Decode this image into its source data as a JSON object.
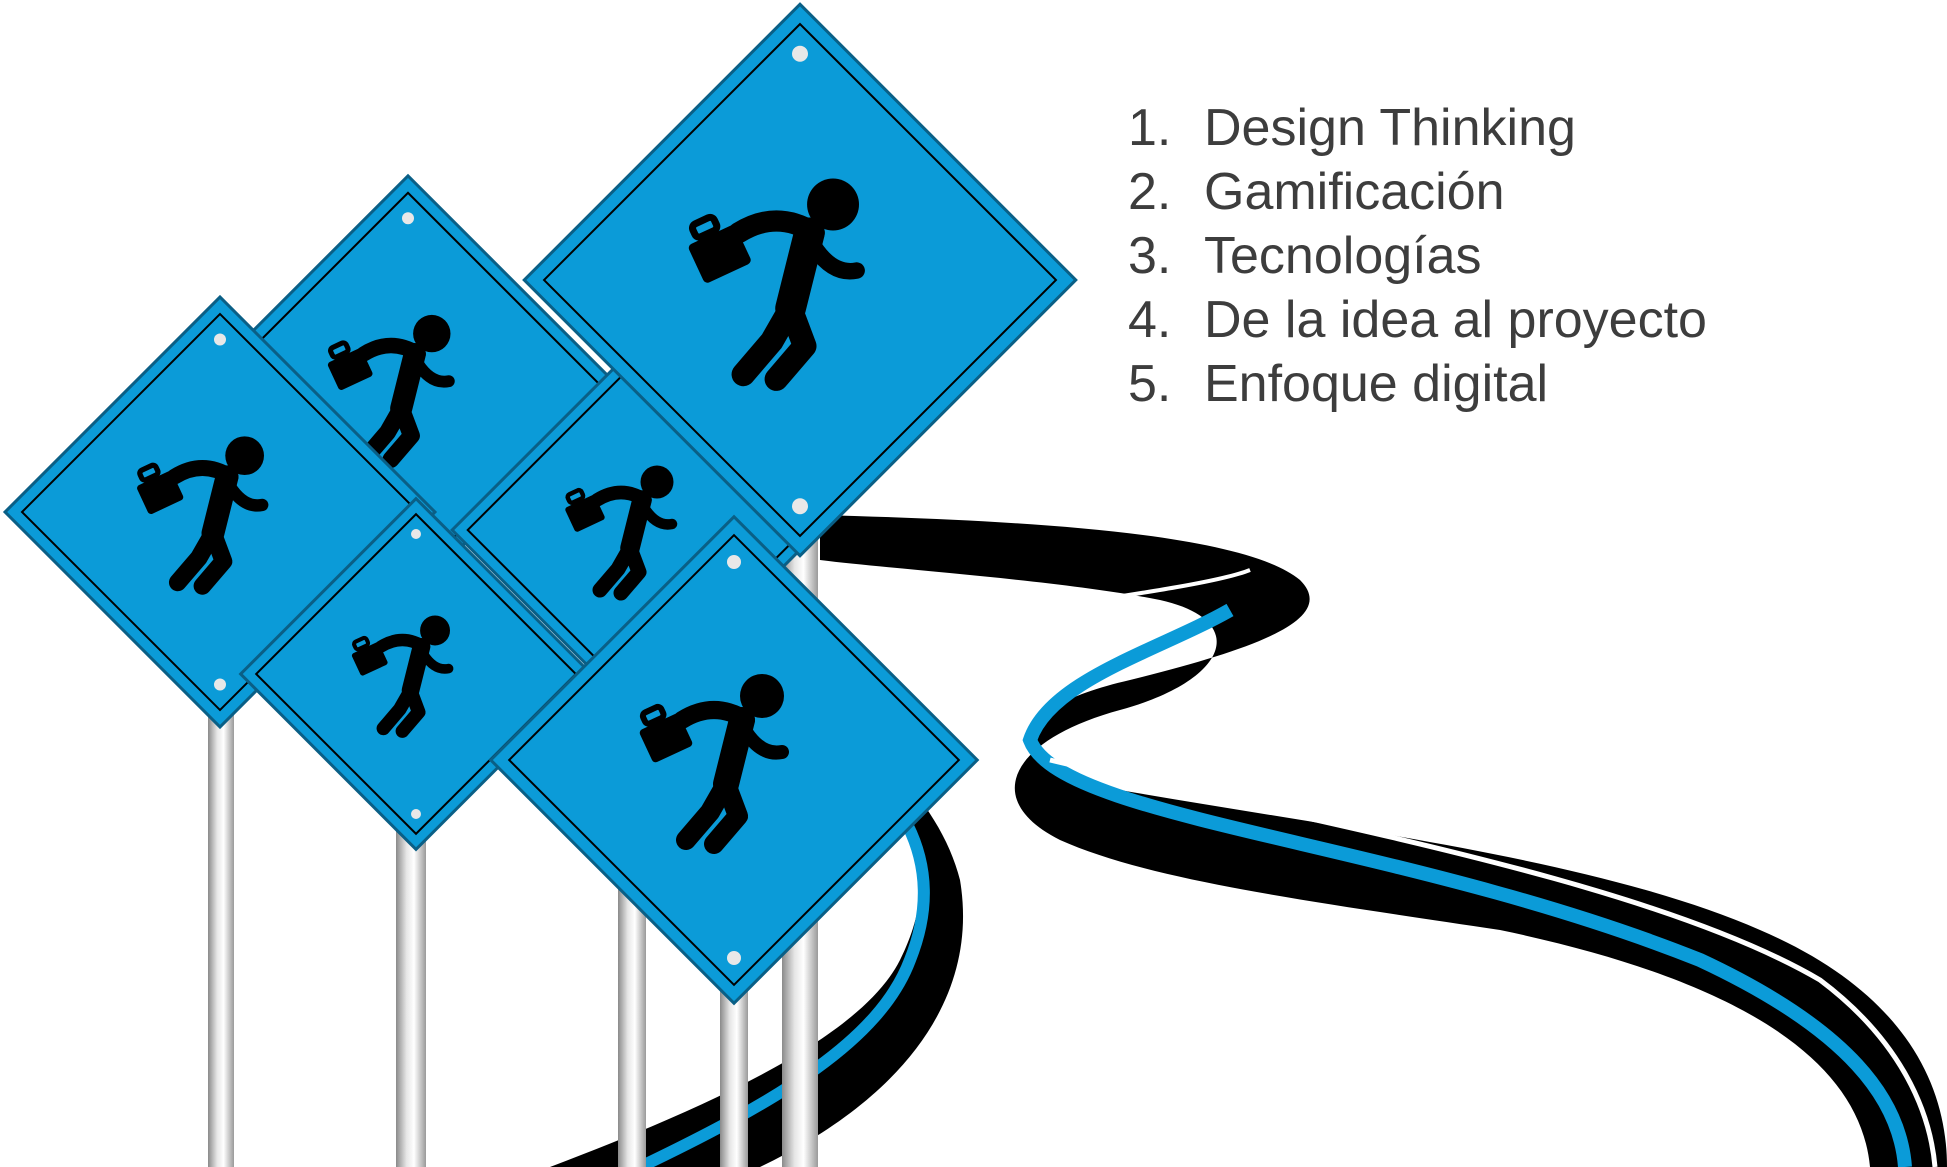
{
  "agenda": {
    "items": [
      {
        "number": "1.",
        "label": "Design Thinking"
      },
      {
        "number": "2.",
        "label": "Gamificación"
      },
      {
        "number": "3.",
        "label": "Tecnologías"
      },
      {
        "number": "4.",
        "label": "De la idea al proyecto"
      },
      {
        "number": "5.",
        "label": "Enfoque digital"
      }
    ]
  },
  "colors": {
    "sign_fill": "#0b9bd8",
    "road": "#000000",
    "road_stripe": "#0b9bd8",
    "pole": "#c8c8c8",
    "text": "#3d3d3d"
  },
  "illustration": {
    "sign_icon": "businessman-running-icon",
    "sign_count": 6,
    "road_icon": "winding-road"
  }
}
